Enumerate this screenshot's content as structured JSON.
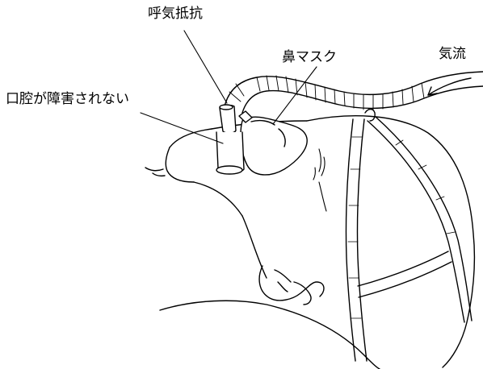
{
  "labels": {
    "expiratory_resistance": "呼気抵抗",
    "nasal_mask": "鼻マスク",
    "airflow": "気流",
    "oral_cavity_unobstructed": "口腔が障害されない"
  },
  "colors": {
    "line": "#000000",
    "background": "#ffffff"
  }
}
